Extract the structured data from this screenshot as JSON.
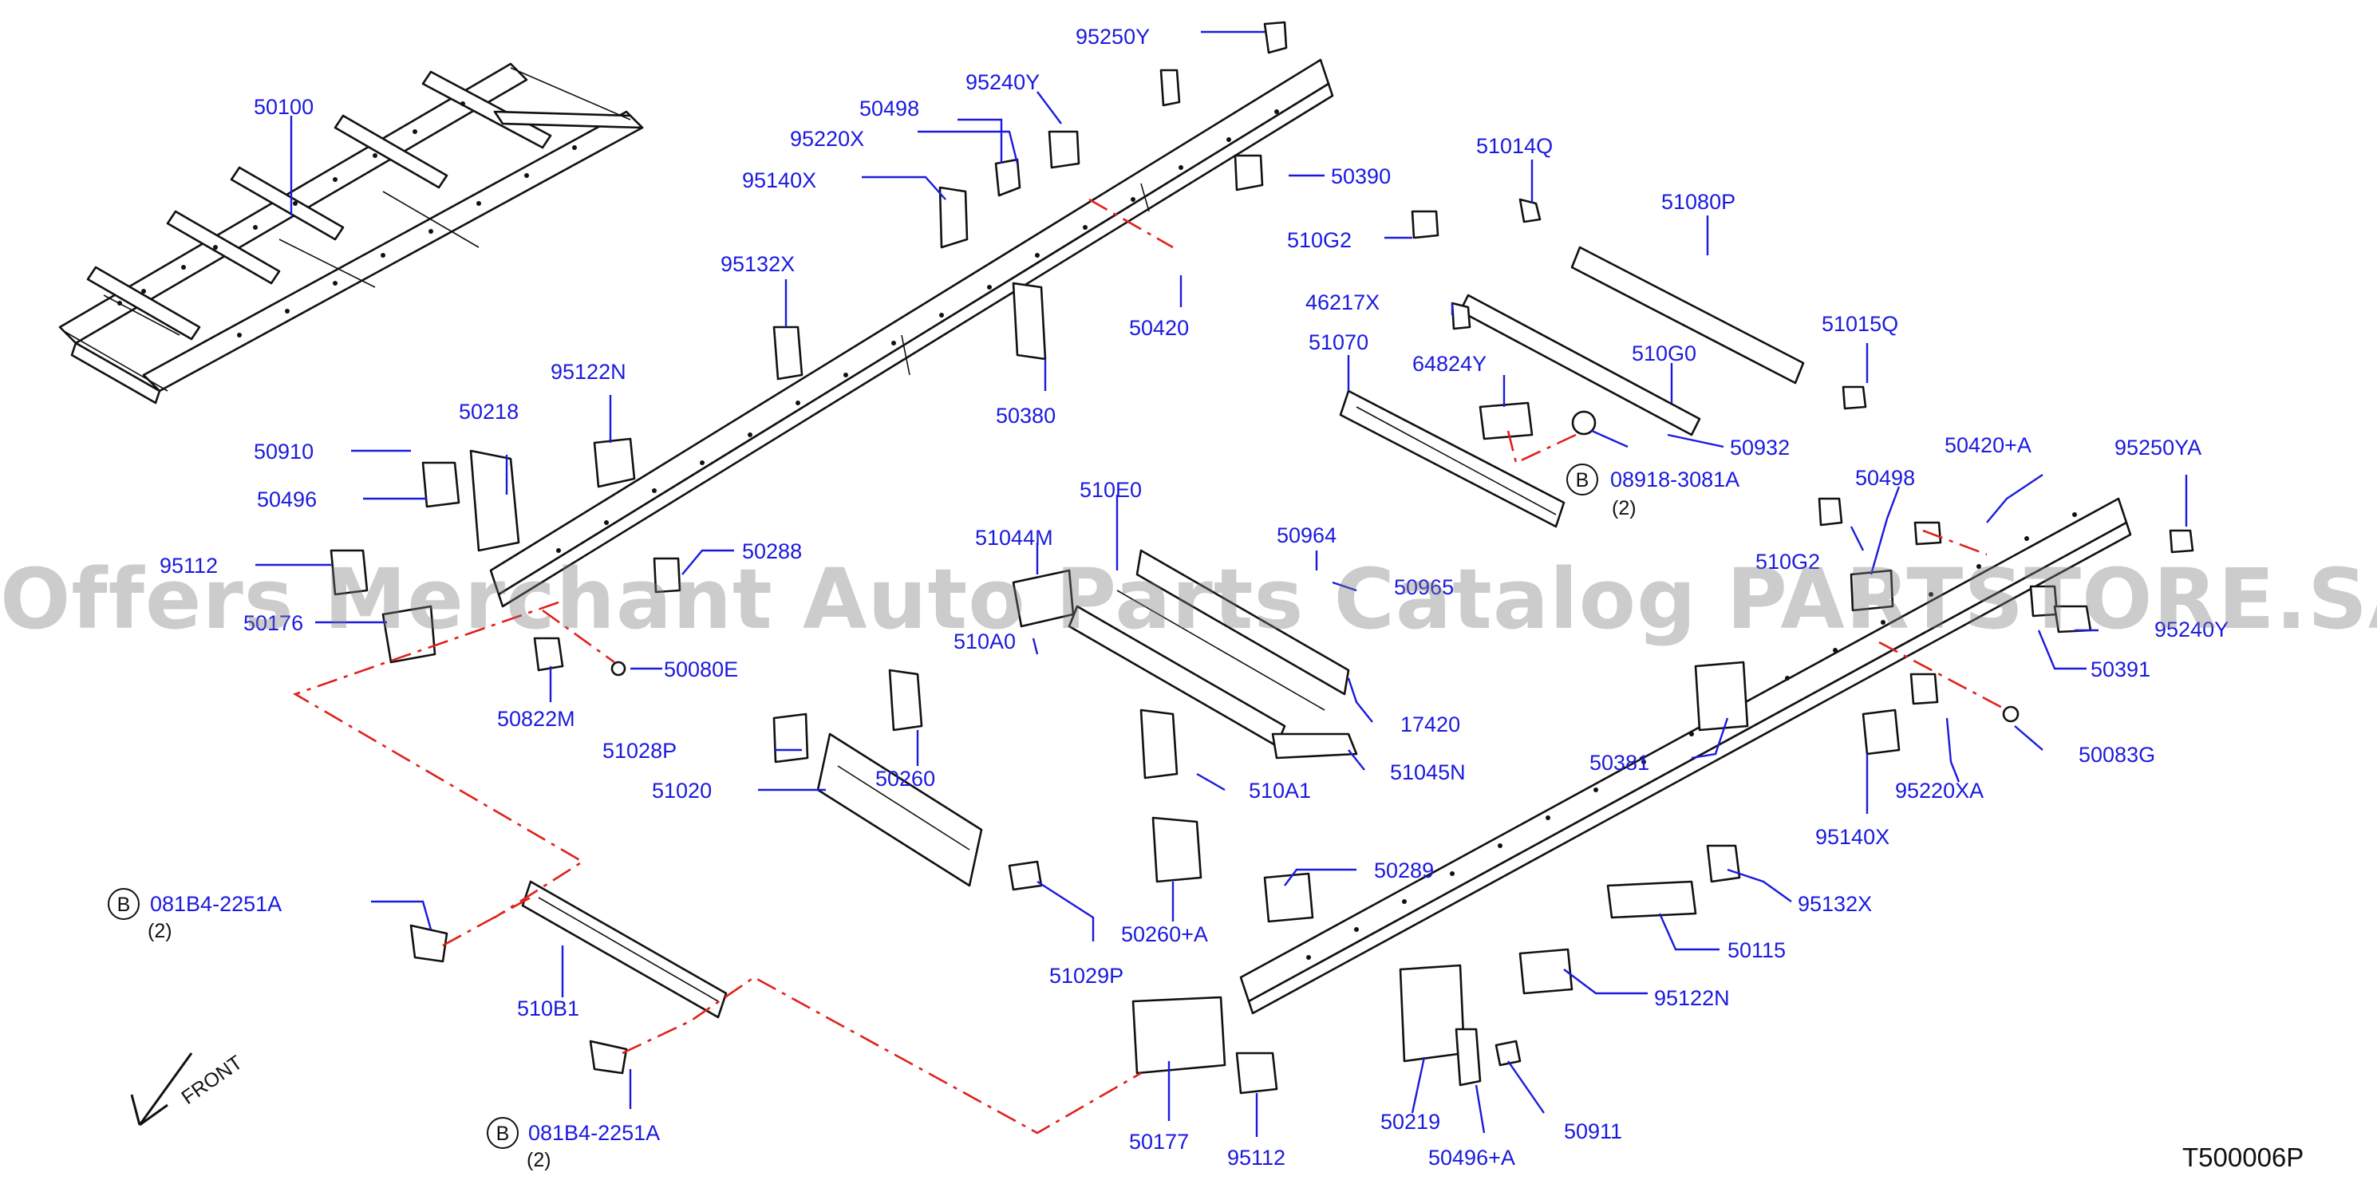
{
  "diagram": {
    "drawing_code": "T500006P",
    "watermark": "Offers Merchant Auto Parts Catalog PARTSTORE.SA",
    "front_label": "FRONT",
    "labels": {
      "l50100": "50100",
      "l95250Y": "95250Y",
      "l95240Y": "95240Y",
      "l50498a": "50498",
      "l95220X": "95220X",
      "l95140X": "95140X",
      "l50390": "50390",
      "l50420": "50420",
      "l95132X": "95132X",
      "l50380": "50380",
      "l95122N": "95122N",
      "l50218": "50218",
      "l50910": "50910",
      "l50496": "50496",
      "l95112": "95112",
      "l50176": "50176",
      "l50288": "50288",
      "l50080E": "50080E",
      "l50822M": "50822M",
      "l51014Q": "51014Q",
      "l51080P": "51080P",
      "l510G2a": "510G2",
      "l46217X": "46217X",
      "l51070": "51070",
      "l64824Y": "64824Y",
      "l510G0": "510G0",
      "l51015Q": "51015Q",
      "l50932": "50932",
      "l08918": "08918-3081A",
      "q08918": "(2)",
      "b08918": "B",
      "l510E0": "510E0",
      "l51044M": "51044M",
      "l50964": "50964",
      "l50965": "50965",
      "l510A0": "510A0",
      "l17420": "17420",
      "l51028P": "51028P",
      "l50260": "50260",
      "l51020": "51020",
      "l510A1": "510A1",
      "l51045N": "51045N",
      "l50289": "50289",
      "l50260A": "50260+A",
      "l51029P": "51029P",
      "l081B4a": "081B4-2251A",
      "q081B4a": "(2)",
      "b081B4a": "B",
      "l510B1": "510B1",
      "l081B4b": "081B4-2251A",
      "q081B4b": "(2)",
      "b081B4b": "B",
      "l50420A": "50420+A",
      "l95250YA": "95250YA",
      "l50498b": "50498",
      "l510G2b": "510G2",
      "l95240Yb": "95240Y",
      "l50391": "50391",
      "l50381": "50381",
      "l95220XA": "95220XA",
      "l50083G": "50083G",
      "l95140Xb": "95140X",
      "l95132Xb": "95132X",
      "l50115": "50115",
      "l95122Nb": "95122N",
      "l50177": "50177",
      "l95112b": "95112",
      "l50219": "50219",
      "l50496A": "50496+A",
      "l50911": "50911"
    }
  }
}
